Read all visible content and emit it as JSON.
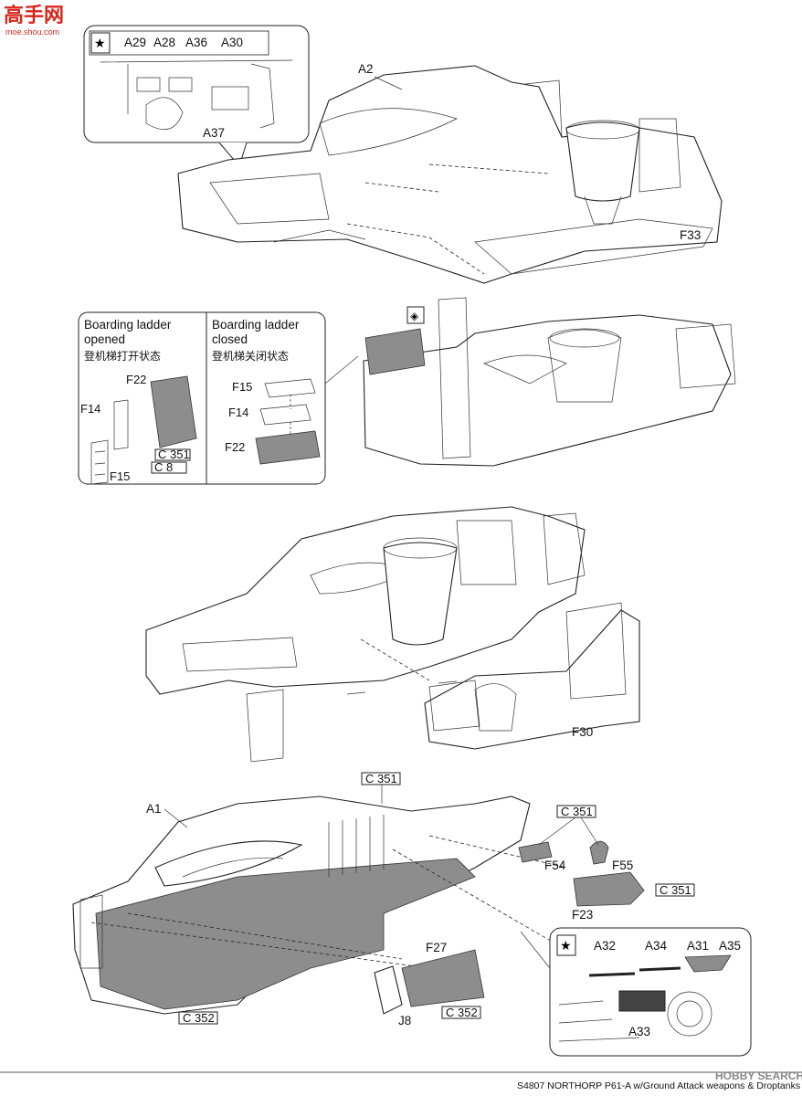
{
  "watermark": {
    "logo_text": "高手网",
    "url_text": "moe.shou.com"
  },
  "step_top": {
    "callout_parts": [
      "A29",
      "A28",
      "A36",
      "A30"
    ],
    "callout_bottom": "A37",
    "hull_label": "A2",
    "part_label": "F33"
  },
  "step_ladder": {
    "opened_title_line1": "Boarding ladder",
    "opened_title_line2": "opened",
    "opened_title_cn": "登机梯打开状态",
    "closed_title_line1": "Boarding ladder",
    "closed_title_line2": "closed",
    "closed_title_cn": "登机梯关闭状态",
    "opened_parts": {
      "f22": "F22",
      "f14": "F14",
      "f15": "F15",
      "c351": "C 351",
      "c8": "C  8"
    },
    "closed_parts": {
      "f15": "F15",
      "f14": "F14",
      "f22": "F22"
    }
  },
  "step_cockpit": {
    "part_label": "F30"
  },
  "step_bottom": {
    "hull_label": "A1",
    "color_c351_top": "C 351",
    "color_c351_right": "C 351",
    "color_c351_f23": "C 351",
    "color_c352_left": "C 352",
    "color_c352_right": "C 352",
    "parts": {
      "f54": "F54",
      "f55": "F55",
      "f23": "F23",
      "f27": "F27",
      "j8": "J8"
    },
    "callout_parts": [
      "A32",
      "A34",
      "A31",
      "A35"
    ],
    "callout_bottom": "A33"
  },
  "footer": {
    "text": "S4807  NORTHORP P61-A w/Ground Attack weapons & Droptanks",
    "brand": "HOBBY SEARCH"
  },
  "colors": {
    "grey_fill": "#8d8d8d",
    "line": "#222222",
    "logo_red": "#d8261c"
  }
}
